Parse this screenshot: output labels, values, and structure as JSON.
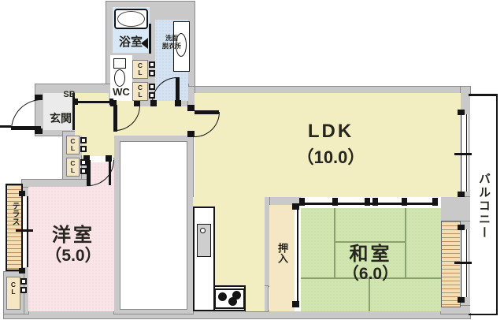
{
  "plan_title": "apartment floor plan",
  "labels": {
    "bath": "浴室",
    "washroom_line1": "洗面",
    "washroom_line2": "脱衣所",
    "wc": "WC",
    "entrance": "玄関",
    "shoe_box": "SB",
    "ldk_name": "LDK",
    "ldk_size": "（10.0）",
    "western_name": "洋室",
    "western_size": "（5.0）",
    "japanese_name": "和室",
    "japanese_size": "（6.0）",
    "oshiire": "押入",
    "terrace": "テラス",
    "balcony": "バルコニー",
    "closet_c": "C",
    "closet_l": "L"
  },
  "rooms": [
    {
      "name": "LDK",
      "size_jo": 10.0
    },
    {
      "name": "洋室",
      "size_jo": 5.0
    },
    {
      "name": "和室",
      "size_jo": 6.0
    },
    {
      "name": "浴室"
    },
    {
      "name": "洗面脱衣所"
    },
    {
      "name": "WC"
    },
    {
      "name": "玄関"
    },
    {
      "name": "押入"
    },
    {
      "name": "テラス"
    },
    {
      "name": "バルコニー"
    }
  ],
  "colors": {
    "wall": "#c9c9c9",
    "ldk_floor": "#f3eec1",
    "tatami": "#d0e5b0",
    "western_room": "#f9e4e8",
    "bath": "#d9e8f6",
    "closet": "#f5e7c3",
    "deck": "#f3dfb3",
    "line": "#141414"
  }
}
